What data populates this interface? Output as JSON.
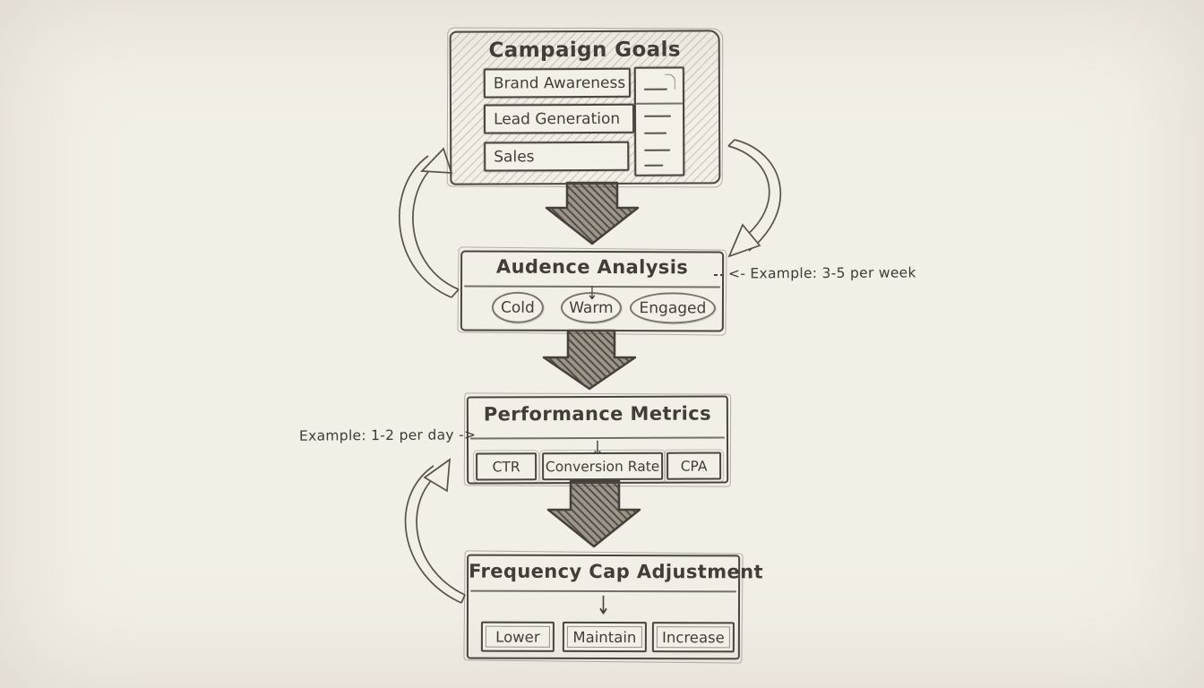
{
  "colors": {
    "paper": "#f2efe7",
    "ink": "#4a453e",
    "arrow_fill": "#9b958a"
  },
  "icons": {
    "down_arrow": "↓"
  },
  "campaign_goals": {
    "title": "Campaign Goals",
    "items": [
      "Brand Awareness",
      "Lead Generation",
      "Sales"
    ]
  },
  "audience_analysis": {
    "title": "Audence Analysis",
    "segments": [
      "Cold",
      "Warm",
      "Engaged"
    ],
    "annotation": "<- Example: 3-5 per week"
  },
  "performance_metrics": {
    "title": "Performance Metrics",
    "metrics": [
      "CTR",
      "Conversion Rate",
      "CPA"
    ],
    "annotation": "Example: 1-2 per day ->"
  },
  "frequency_cap": {
    "title": "Frequency Cap Adjustment",
    "options": [
      "Lower",
      "Maintain",
      "Increase"
    ]
  }
}
